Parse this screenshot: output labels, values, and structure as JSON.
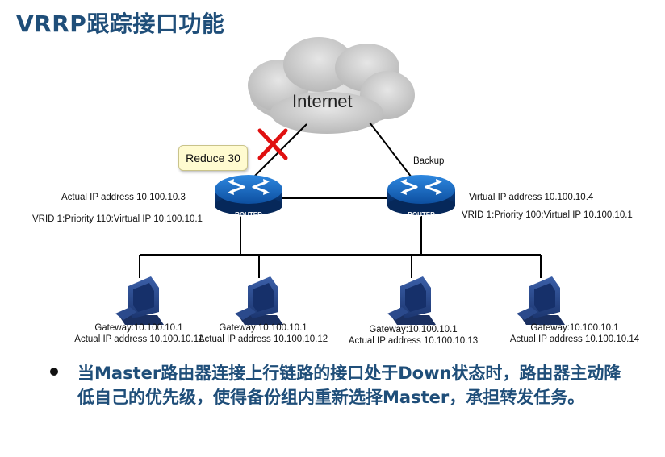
{
  "title": "VRRP跟踪接口功能",
  "diagram": {
    "internet_label": "Internet",
    "reduce_label": "Reduce 30",
    "backup_label": "Backup",
    "router_label": "ROUTER",
    "master": {
      "actual_ip": "Actual IP address 10.100.10.3",
      "vrid": "VRID 1:Priority 110:Virtual IP  10.100.10.1"
    },
    "backup": {
      "virtual_ip": "Virtual IP address 10.100.10.4",
      "vrid": "VRID 1:Priority 100:Virtual IP  10.100.10.1"
    },
    "hosts": [
      {
        "gateway": "Gateway:10.100.10.1",
        "actual_ip": "Actual IP address 10.100.10.11"
      },
      {
        "gateway": "Gateway:10.100.10.1",
        "actual_ip": "Actual IP address 10.100.10.12"
      },
      {
        "gateway": "Gateway:10.100.10.1",
        "actual_ip": "Actual IP address 10.100.10.13"
      },
      {
        "gateway": "Gateway:10.100.10.1",
        "actual_ip": "Actual IP address 10.100.10.14"
      }
    ],
    "colors": {
      "router": "#1565c0",
      "pc": "#2b4a8c",
      "cross": "#e01010"
    }
  },
  "bullet": "当Master路由器连接上行链路的接口处于Down状态时，路由器主动降低自己的优先级，使得备份组内重新选择Master，承担转发任务。"
}
